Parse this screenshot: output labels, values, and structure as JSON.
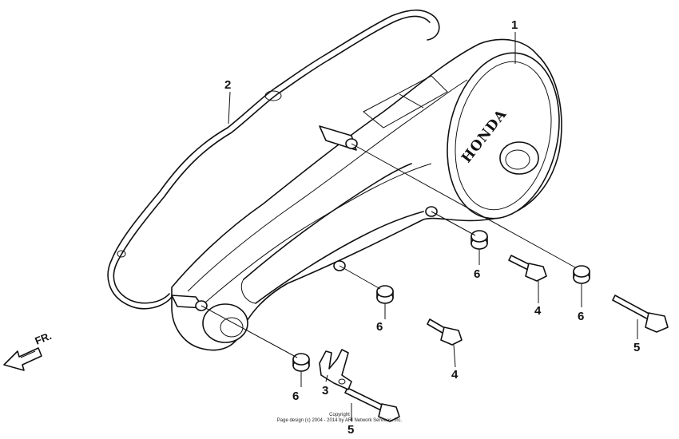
{
  "brand_text": "HONDA",
  "direction_label": "FR.",
  "copyright": {
    "line1": "Copyright",
    "line2": "Page design (c) 2004 - 2014 by ARI Network Services, Inc."
  },
  "callouts": [
    {
      "id": "c1",
      "number": "1"
    },
    {
      "id": "c2",
      "number": "2"
    },
    {
      "id": "c3",
      "number": "3"
    },
    {
      "id": "c4a",
      "number": "4"
    },
    {
      "id": "c4b",
      "number": "4"
    },
    {
      "id": "c5a",
      "number": "5"
    },
    {
      "id": "c5b",
      "number": "5"
    },
    {
      "id": "c6a",
      "number": "6"
    },
    {
      "id": "c6b",
      "number": "6"
    },
    {
      "id": "c6c",
      "number": "6"
    },
    {
      "id": "c6d",
      "number": "6"
    }
  ]
}
